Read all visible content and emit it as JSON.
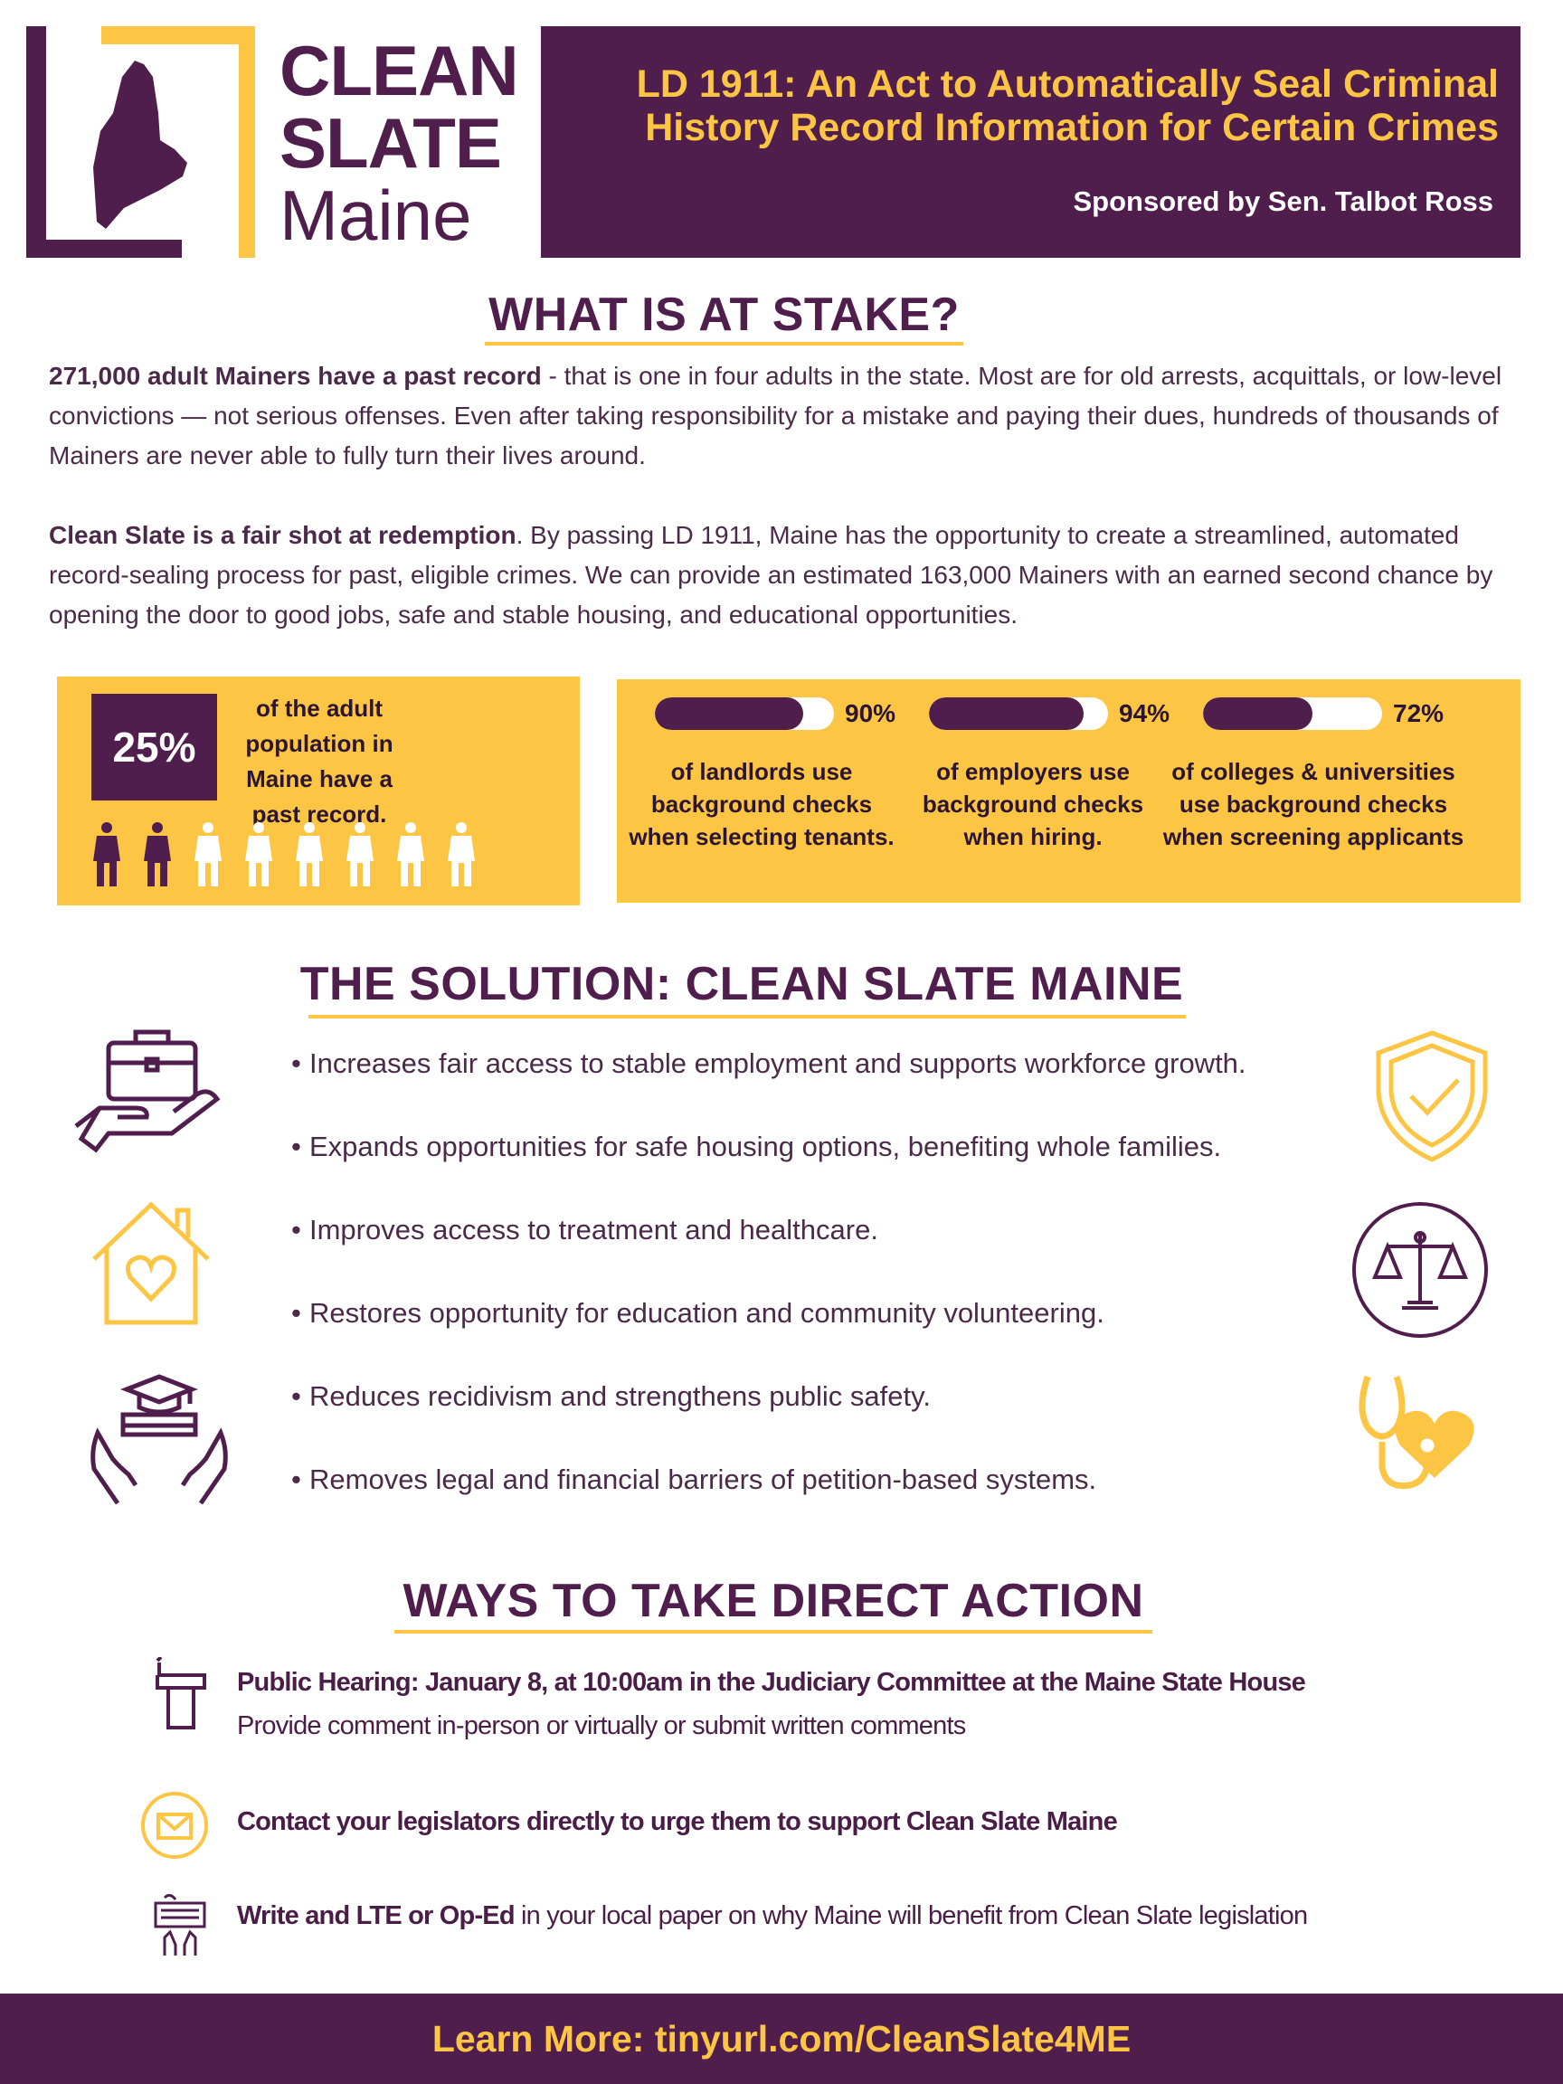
{
  "logo": {
    "line1": "CLEAN",
    "line2": "SLATE",
    "line3": "Maine"
  },
  "header": {
    "title_line1": "LD 1911: An Act to Automatically Seal Criminal",
    "title_line2": "History Record Information for Certain Crimes",
    "sponsor": "Sponsored by Sen. Talbot Ross"
  },
  "stake": {
    "heading": "WHAT IS AT STAKE?",
    "p1_bold": "271,000 adult Mainers have a past record",
    "p1_rest": " - that is one in four adults in the state. Most are for old arrests, acquittals, or low-level convictions — not serious offenses. Even after taking responsibility for a mistake and paying their dues, hundreds of thousands of Mainers are never able to fully turn their lives around.",
    "p2_bold": "Clean Slate is a fair shot at redemption",
    "p2_rest": ". By passing LD 1911, Maine has the opportunity to create a streamlined, automated record-sealing process for past, eligible crimes. We can provide an estimated 163,000 Mainers with an earned second chance by opening the door to good jobs, safe and stable housing, and educational opportunities."
  },
  "stat_box": {
    "percent": "25%",
    "value": 25,
    "text": "of the adult population in Maine have a past record.",
    "people_total": 8,
    "people_highlighted": 2
  },
  "bars": [
    {
      "percent": "90%",
      "value": 90,
      "text": "of landlords use background checks when selecting tenants."
    },
    {
      "percent": "94%",
      "value": 94,
      "text": "of employers use background checks when hiring."
    },
    {
      "percent": "72%",
      "value": 72,
      "text": "of colleges & universities use background checks when screening applicants"
    }
  ],
  "solution": {
    "heading": "THE SOLUTION: CLEAN SLATE MAINE",
    "bullets": [
      "Increases fair access to stable employment and supports workforce growth.",
      "Expands opportunities for safe housing options, benefiting whole families.",
      "Improves access to treatment and healthcare.",
      "Restores opportunity for education and community volunteering.",
      "Reduces recidivism and strengthens public safety.",
      "Removes legal and financial barriers of petition-based systems."
    ]
  },
  "actions": {
    "heading": "WAYS TO TAKE DIRECT ACTION",
    "hearing_bold": "Public Hearing: January 8, at 10:00am in the Judiciary Committee at the Maine State House",
    "hearing_sub": "Provide comment in-person or virtually or submit written comments",
    "contact_bold": "Contact your legislators directly to urge them to support Clean Slate Maine",
    "write_bold": "Write and LTE or Op-Ed",
    "write_rest": " in your local paper on why Maine will benefit from Clean Slate legislation"
  },
  "footer": {
    "text": "Learn More: tinyurl.com/CleanSlate4ME"
  },
  "colors": {
    "purple": "#501e4c",
    "yellow": "#fdc544"
  }
}
